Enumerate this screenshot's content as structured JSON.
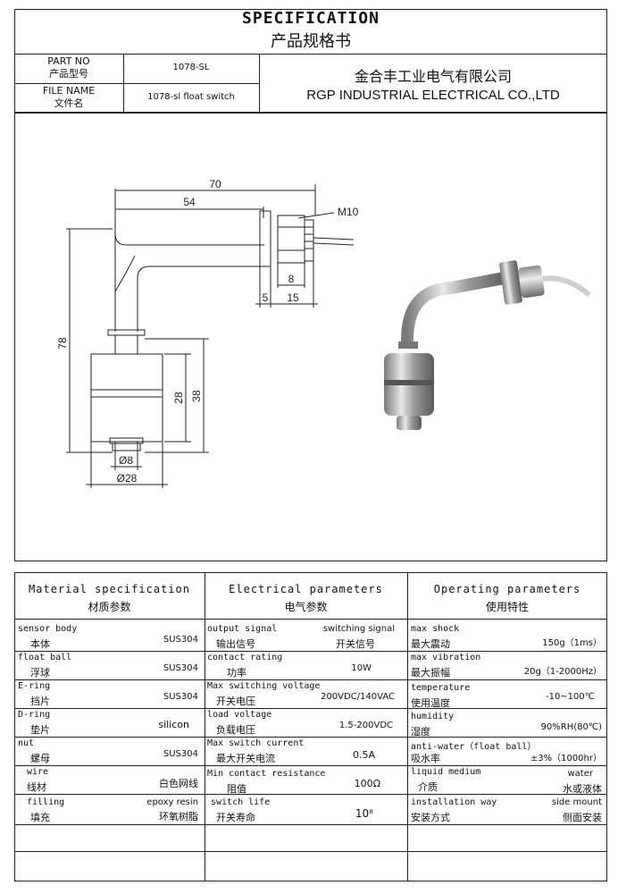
{
  "header": {
    "title_en": "SPECIFICATION",
    "title_cn": "产品规格书",
    "part_no_label_en": "PART NO",
    "part_no_label_cn": "产品型号",
    "part_no_value": "1078-SL",
    "file_name_label_en": "FILE NAME",
    "file_name_label_cn": "文件名",
    "file_name_value": "1078-sl float switch",
    "company_cn": "金合丰工业电气有限公司",
    "company_en": "RGP INDUSTRIAL ELECTRICAL CO.,LTD"
  },
  "drawing": {
    "dim_70": "70",
    "dim_54": "54",
    "dim_m10": "M10",
    "dim_8": "8",
    "dim_5": "5",
    "dim_15": "15",
    "dim_78": "78",
    "dim_28_v": "28",
    "dim_38": "38",
    "dim_phi8": "Ø8",
    "dim_phi28": "Ø28"
  },
  "table": {
    "columns": [
      {
        "title_en": "Material specification",
        "title_cn": "材质参数"
      },
      {
        "title_en": "Electrical parameters",
        "title_cn": "电气参数"
      },
      {
        "title_en": "Operating parameters",
        "title_cn": "使用特性"
      }
    ],
    "material": [
      {
        "en": "sensor body",
        "cn": "本体",
        "value": "SUS304"
      },
      {
        "en": "float ball",
        "cn": "浮球",
        "value": "SUS304"
      },
      {
        "en": "E-ring",
        "cn": "挡片",
        "value": "SUS304"
      },
      {
        "en": "D-ring",
        "cn": "垫片",
        "value": "silicon"
      },
      {
        "en": "nut",
        "cn": "螺母",
        "value": "SUS304"
      },
      {
        "en": "wire",
        "cn": "线材",
        "value": "白色网线"
      },
      {
        "en": "filling",
        "cn": "填充",
        "value_en": "epoxy resin",
        "value": "环氧树脂"
      }
    ],
    "electrical": [
      {
        "en": "output signal",
        "cn": "输出信号",
        "value_en": "switching signal",
        "value": "开关信号"
      },
      {
        "en": "contact rating",
        "cn": "功率",
        "value": "10W"
      },
      {
        "en": "Max switching voltage",
        "cn": "开关电压",
        "value": "200VDC/140VAC"
      },
      {
        "en": "load voltage",
        "cn": "负载电压",
        "value": "1.5-200VDC"
      },
      {
        "en": "Max switch current",
        "cn": "最大开关电流",
        "value": "0.5A"
      },
      {
        "en": "Min contact resistance",
        "cn": "阻值",
        "value": "100Ω"
      },
      {
        "en": "switch life",
        "cn": "开关寿命",
        "value": "10⁸"
      }
    ],
    "operating": [
      {
        "en": "max shock",
        "cn": "最大震动",
        "value": "150g（1ms）"
      },
      {
        "en": "max vibration",
        "cn": "最大振幅",
        "value": "20g（1-2000Hz）"
      },
      {
        "en": "temperature",
        "cn": "使用温度",
        "value": "-10~100℃"
      },
      {
        "en": "humidity",
        "cn": "湿度",
        "value": "90%RH(80℃)"
      },
      {
        "en": "anti-water（float ball）",
        "cn": "吸水率",
        "value": "±3%（1000hr）"
      },
      {
        "en": "liquid medium",
        "cn": "介质",
        "value_en": "water",
        "value": "水或液体"
      },
      {
        "en": "installation way",
        "cn": "安装方式",
        "value_en": "side mount",
        "value": "侧面安装"
      }
    ]
  }
}
